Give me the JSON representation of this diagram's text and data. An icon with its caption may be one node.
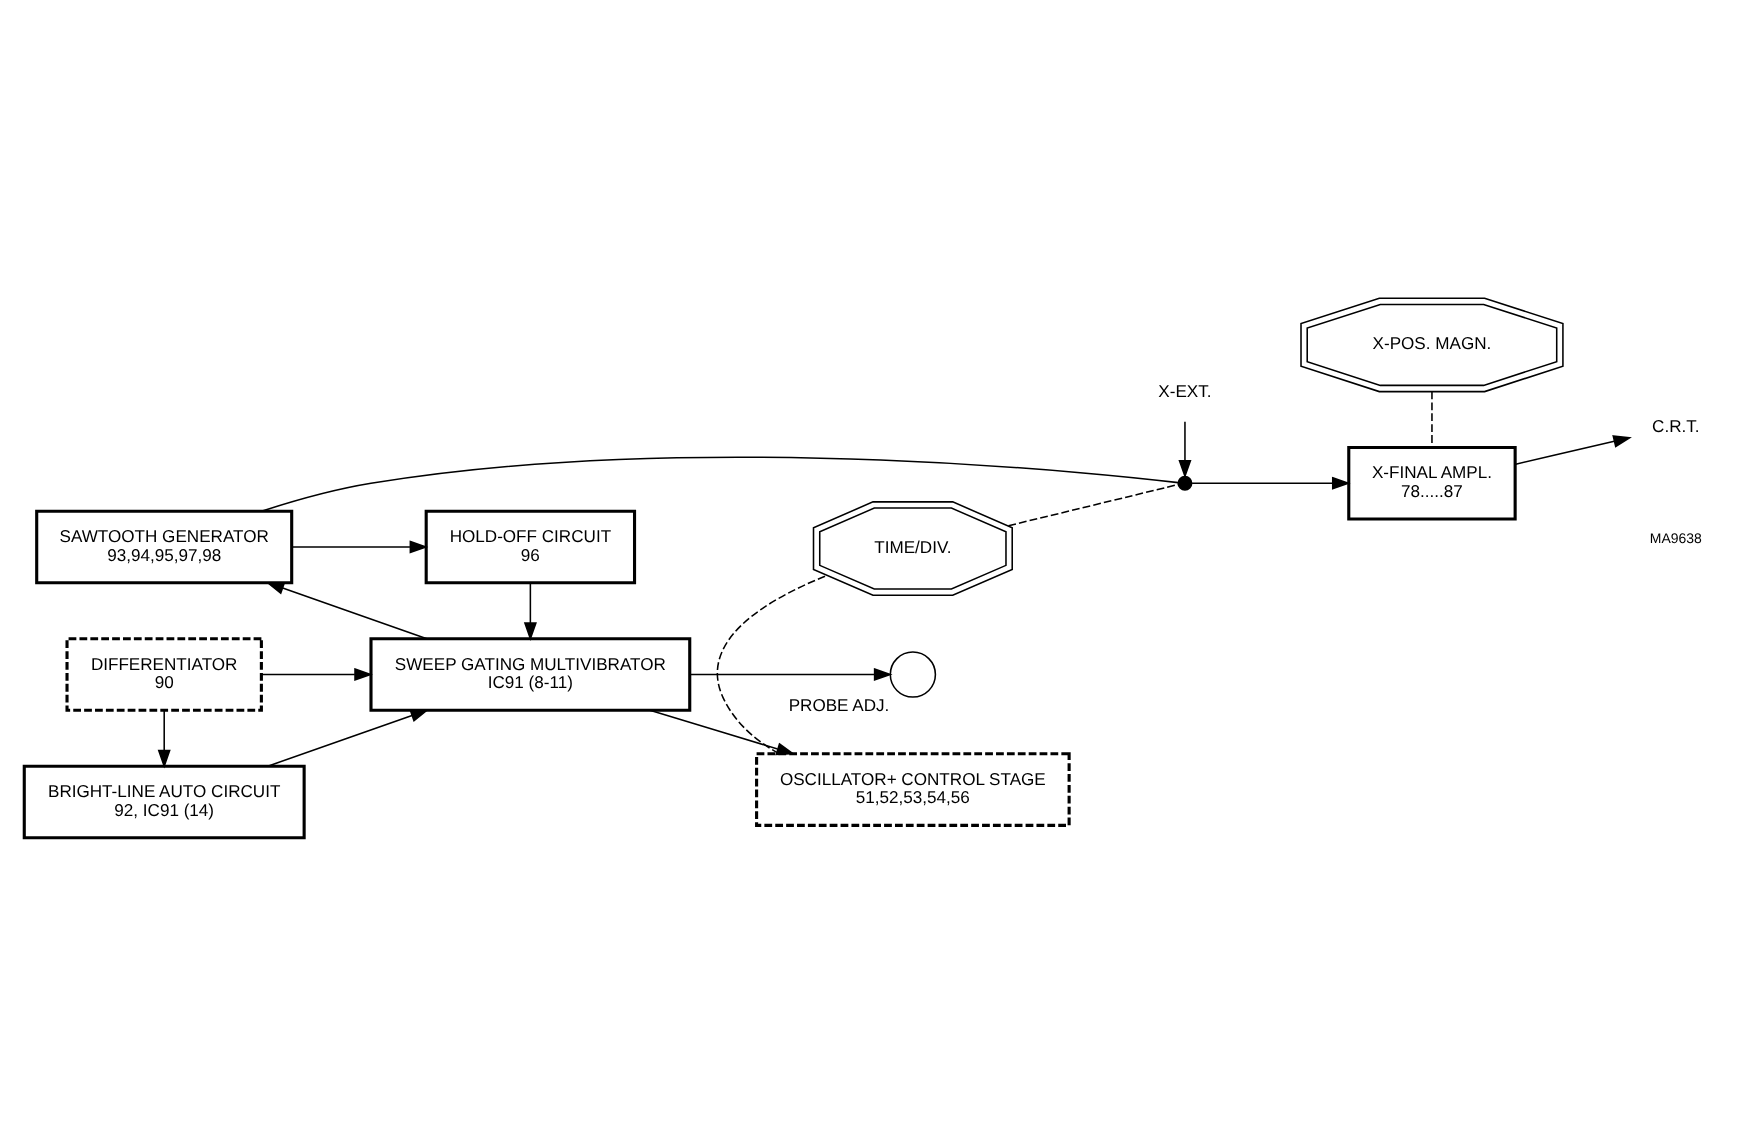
{
  "diagram": {
    "nodes": [
      {
        "text": [
          "OSCILLATOR+ CONTROL STAGE",
          "51,52,53,54,56"
        ]
      },
      {
        "text": [
          "PROBE ADJ."
        ]
      },
      {
        "text": [
          "DIFFERENTIATOR",
          "90"
        ]
      },
      {
        "text": [
          "SWEEP GATING MULTIVIBRATOR",
          "IC91 (8-11)"
        ]
      },
      {
        "text": [
          "SAWTOOTH GENERATOR",
          "93,94,95,97,98"
        ]
      },
      {
        "text": [],
        "shape": "switch"
      },
      {
        "text": [
          "X-FINAL AMPL.",
          "78.....87"
        ]
      },
      {
        "text": [
          "C.R.T."
        ]
      },
      {
        "text": [
          "TIME/DIV."
        ]
      },
      {
        "text": [
          "X-POS. MAGN."
        ]
      },
      {
        "text": [
          "BRIGHT-LINE AUTO CIRCUIT",
          "92, IC91 (14)"
        ]
      },
      {
        "text": [
          "HOLD-OFF CIRCUIT",
          "96"
        ]
      },
      {
        "text": [
          "X-EXT."
        ]
      }
    ],
    "edges": [
      {
        "from": 2,
        "to": 3,
        "arrow": "to"
      },
      {
        "from": 3,
        "to": 0,
        "arrow": "to"
      },
      {
        "from": 3,
        "to": 1,
        "arrow": "to"
      },
      {
        "from": 3,
        "to": 4,
        "arrow": "to"
      },
      {
        "from": 4,
        "to": 5,
        "arrow": "none"
      },
      {
        "from": 5,
        "to": 6,
        "arrow": "to"
      },
      {
        "from": 6,
        "to": 7,
        "arrow": "to"
      },
      {
        "from": 0,
        "to": 8,
        "arrow": "none",
        "style": "dashed"
      },
      {
        "from": 8,
        "to": 5,
        "arrow": "none",
        "style": "dashed"
      },
      {
        "from": 9,
        "to": 6,
        "arrow": "none",
        "style": "dashed"
      },
      {
        "from": 2,
        "to": 10,
        "arrow": "to"
      },
      {
        "from": 10,
        "to": 3,
        "arrow": "to"
      },
      {
        "from": 11,
        "to": 3,
        "arrow": "to"
      },
      {
        "from": 4,
        "to": 11,
        "arrow": "to"
      },
      {
        "from": 12,
        "to": 5,
        "arrow": "to"
      }
    ],
    "labels": [
      "MA9638"
    ]
  }
}
